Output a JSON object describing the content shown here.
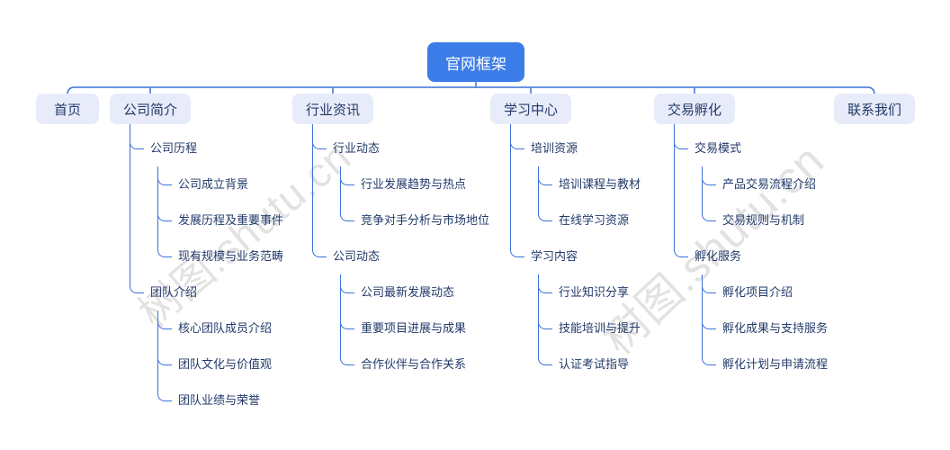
{
  "watermark": {
    "text": "树图.shutu.cn"
  },
  "colors": {
    "root_bg": "#3C7CE8",
    "root_text": "#FFFFFF",
    "branch_bg": "#E8EBF9",
    "branch_text": "#223A6A",
    "line": "#3B72D8",
    "watermark": "#CFCFCF"
  },
  "tree": {
    "label": "官网框架",
    "children": [
      {
        "label": "首页",
        "children": []
      },
      {
        "label": "公司简介",
        "children": [
          {
            "label": "公司历程",
            "children": [
              {
                "label": "公司成立背景"
              },
              {
                "label": "发展历程及重要事件"
              },
              {
                "label": "现有规模与业务范畴"
              }
            ]
          },
          {
            "label": "团队介绍",
            "children": [
              {
                "label": "核心团队成员介绍"
              },
              {
                "label": "团队文化与价值观"
              },
              {
                "label": "团队业绩与荣誉"
              }
            ]
          }
        ]
      },
      {
        "label": "行业资讯",
        "children": [
          {
            "label": "行业动态",
            "children": [
              {
                "label": "行业发展趋势与热点"
              },
              {
                "label": "竞争对手分析与市场地位"
              }
            ]
          },
          {
            "label": "公司动态",
            "children": [
              {
                "label": "公司最新发展动态"
              },
              {
                "label": "重要项目进展与成果"
              },
              {
                "label": "合作伙伴与合作关系"
              }
            ]
          }
        ]
      },
      {
        "label": "学习中心",
        "children": [
          {
            "label": "培训资源",
            "children": [
              {
                "label": "培训课程与教材"
              },
              {
                "label": "在线学习资源"
              }
            ]
          },
          {
            "label": "学习内容",
            "children": [
              {
                "label": "行业知识分享"
              },
              {
                "label": "技能培训与提升"
              },
              {
                "label": "认证考试指导"
              }
            ]
          }
        ]
      },
      {
        "label": "交易孵化",
        "children": [
          {
            "label": "交易模式",
            "children": [
              {
                "label": "产品交易流程介绍"
              },
              {
                "label": "交易规则与机制"
              }
            ]
          },
          {
            "label": "孵化服务",
            "children": [
              {
                "label": "孵化项目介绍"
              },
              {
                "label": "孵化成果与支持服务"
              },
              {
                "label": "孵化计划与申请流程"
              }
            ]
          }
        ]
      },
      {
        "label": "联系我们",
        "children": []
      }
    ]
  }
}
